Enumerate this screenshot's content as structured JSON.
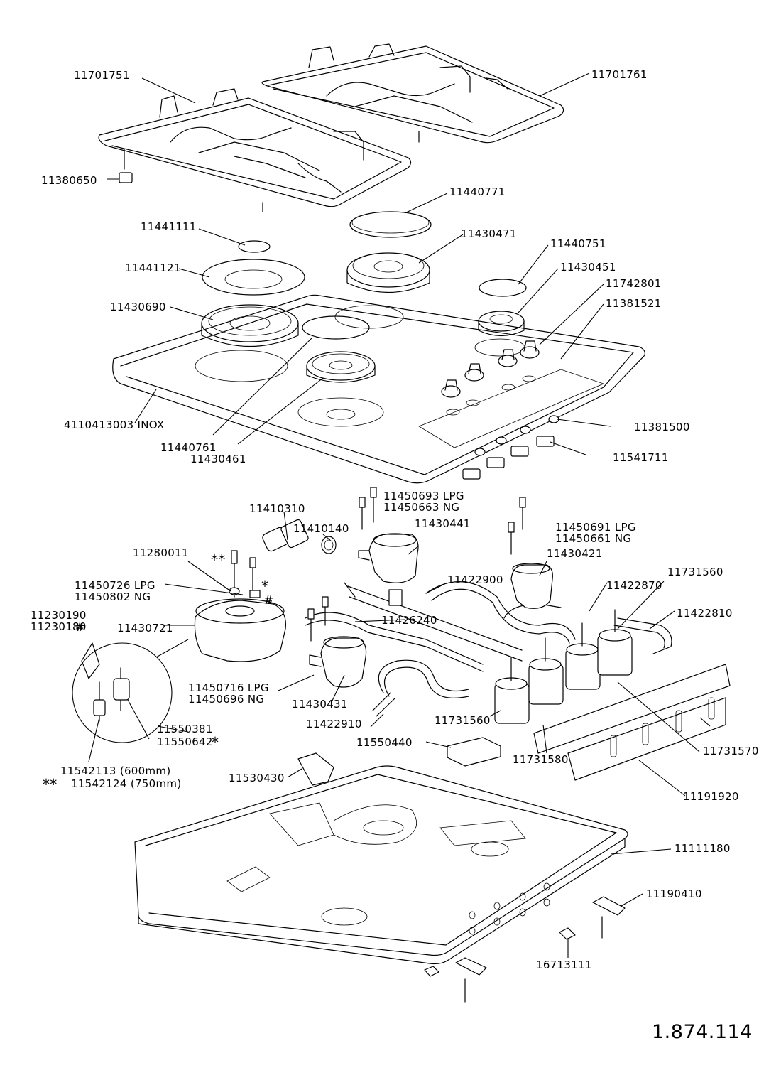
{
  "diagram": {
    "drawing_number": "1.874.114",
    "labels": [
      {
        "id": "11701751",
        "text": "11701751"
      },
      {
        "id": "11701761",
        "text": "11701761"
      },
      {
        "id": "11380650",
        "text": "11380650"
      },
      {
        "id": "11440771",
        "text": "11440771"
      },
      {
        "id": "11441111",
        "text": "11441111"
      },
      {
        "id": "11430471",
        "text": "11430471"
      },
      {
        "id": "11440751",
        "text": "11440751"
      },
      {
        "id": "11441121",
        "text": "11441121"
      },
      {
        "id": "11430451",
        "text": "11430451"
      },
      {
        "id": "11742801",
        "text": "11742801"
      },
      {
        "id": "11430690",
        "text": "11430690"
      },
      {
        "id": "11381521",
        "text": "11381521"
      },
      {
        "id": "4110413003",
        "text": "4110413003  INOX"
      },
      {
        "id": "11381500",
        "text": "11381500"
      },
      {
        "id": "11440761",
        "text": "11440761"
      },
      {
        "id": "11430461",
        "text": "11430461"
      },
      {
        "id": "11541711",
        "text": "11541711"
      },
      {
        "id": "11450693",
        "text": "11450693  LPG"
      },
      {
        "id": "11450663",
        "text": "11450663  NG"
      },
      {
        "id": "11410310",
        "text": "11410310"
      },
      {
        "id": "11410140",
        "text": "11410140"
      },
      {
        "id": "11430441",
        "text": "11430441"
      },
      {
        "id": "11450691",
        "text": "11450691  LPG"
      },
      {
        "id": "11450661",
        "text": "11450661  NG"
      },
      {
        "id": "11280011",
        "text": "11280011"
      },
      {
        "id": "11430421",
        "text": "11430421"
      },
      {
        "id": "11422900",
        "text": "11422900"
      },
      {
        "id": "11731560a",
        "text": "11731560"
      },
      {
        "id": "11422870",
        "text": "11422870"
      },
      {
        "id": "11450726",
        "text": "11450726  LPG"
      },
      {
        "id": "11450802",
        "text": "11450802  NG"
      },
      {
        "id": "11230190",
        "text": "11230190"
      },
      {
        "id": "11230180",
        "text": "11230180"
      },
      {
        "id": "11422810",
        "text": "11422810"
      },
      {
        "id": "11430721",
        "text": "11430721"
      },
      {
        "id": "11426240",
        "text": "11426240"
      },
      {
        "id": "11450716",
        "text": "11450716  LPG"
      },
      {
        "id": "11450696",
        "text": "11450696  NG"
      },
      {
        "id": "11430431",
        "text": "11430431"
      },
      {
        "id": "11422910",
        "text": "11422910"
      },
      {
        "id": "11731560b",
        "text": "11731560"
      },
      {
        "id": "11550381",
        "text": "11550381"
      },
      {
        "id": "11550642",
        "text": "11550642"
      },
      {
        "id": "11731570",
        "text": "11731570"
      },
      {
        "id": "11550440",
        "text": "11550440"
      },
      {
        "id": "11731580",
        "text": "11731580"
      },
      {
        "id": "11542113",
        "text": "11542113  (600mm)"
      },
      {
        "id": "11542124",
        "text": "11542124  (750mm)"
      },
      {
        "id": "11530430",
        "text": "11530430"
      },
      {
        "id": "11191920",
        "text": "11191920"
      },
      {
        "id": "11111180",
        "text": "11111180"
      },
      {
        "id": "11190410",
        "text": "11190410"
      },
      {
        "id": "16713111",
        "text": "16713111"
      }
    ],
    "symbols": {
      "double_star": "**",
      "star": "*",
      "hash": "#"
    }
  }
}
